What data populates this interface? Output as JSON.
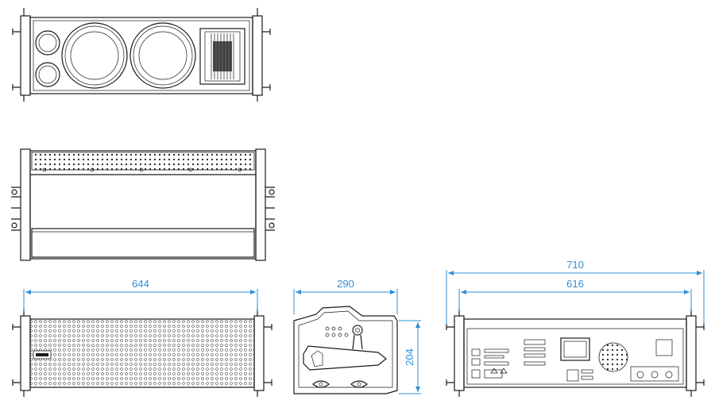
{
  "dimensions": {
    "front_width": "644",
    "side_depth": "290",
    "side_height": "204",
    "rear_overall": "710",
    "rear_body": "616"
  },
  "colors": {
    "line": "#1a1a1a",
    "dimension": "#2e8fd6",
    "background": "#ffffff"
  }
}
